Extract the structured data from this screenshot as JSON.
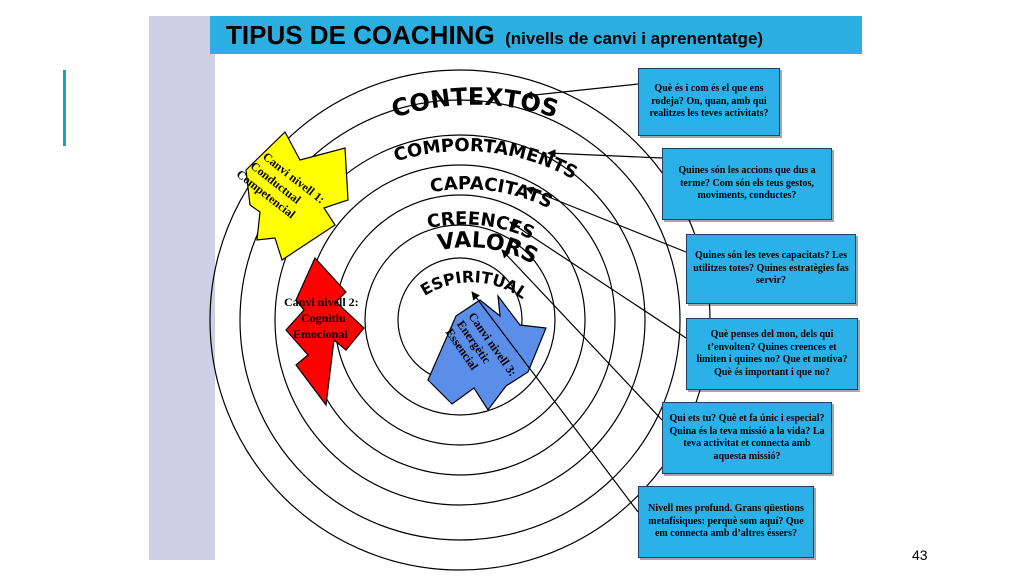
{
  "title": {
    "main": "TIPUS DE COACHING",
    "sub": "(nivells de canvi i aprenentatge)"
  },
  "rings": [
    {
      "label": "CONTEXTOS"
    },
    {
      "label": "COMPORTAMENTS"
    },
    {
      "label": "CAPACITATS"
    },
    {
      "label": "CREENCES"
    },
    {
      "label": "VALORS"
    },
    {
      "label": "ESPIRITUAL"
    }
  ],
  "levels": [
    {
      "line1": "Canvi nivell 1:",
      "line2": "Conductual",
      "line3": "Competencial",
      "color": "#ffff00"
    },
    {
      "line1": "Canvi nivell 2:",
      "line2": "Cognitiu",
      "line3": "Emocional",
      "color": "#ff0000"
    },
    {
      "line1": "Canvi nivell 3:",
      "line2": "Energètic",
      "line3": "Essencial",
      "color": "#5b8ee8"
    }
  ],
  "questions": [
    {
      "text": "Què és i com és el que ens rodeja? On, quan, amb qui realitzes les teves activitats?"
    },
    {
      "text": "Quines són les accions que dus a terme? Com són els teus gestos, moviments, conductes?"
    },
    {
      "text": "Quines són les teves capacitats? Les utilitzes totes? Quines estratègies fas servir?"
    },
    {
      "text": "Què penses del mon, dels qui t’envolten? Quines creences et limiten i quines no? Que et motiva? Què és important i que no?"
    },
    {
      "text": "Qui ets tu? Què et fa únic i especial? Quina és la teva missió a la vida? La teva activitat et connecta amb aquesta missió?"
    },
    {
      "text": "Nivell mes profund. Grans qüestions metafísiques: perquè som aquí? Que em connecta amb d’altres éssers?"
    }
  ],
  "page_number": "43",
  "colors": {
    "title_bar": "#2baee0",
    "question_box": "#2bb0e8",
    "side_bar": "#cfd0e6",
    "accent": "#16a3c7"
  }
}
